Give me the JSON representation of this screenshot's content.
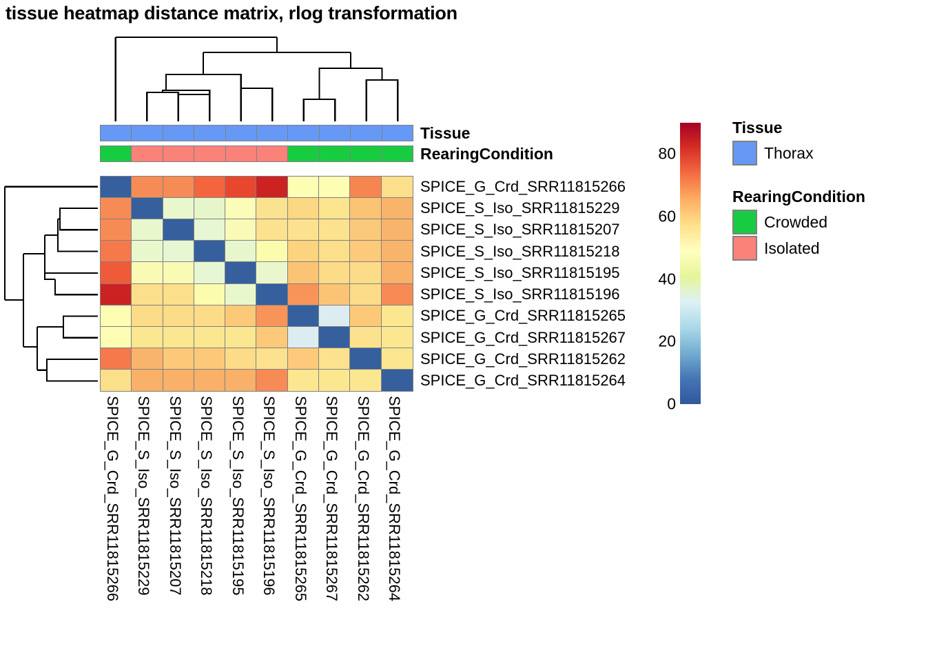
{
  "title": "tissue heatmap distance matrix, rlog transformation",
  "annotations": {
    "tissue": {
      "label": "Tissue",
      "values": [
        "Thorax",
        "Thorax",
        "Thorax",
        "Thorax",
        "Thorax",
        "Thorax",
        "Thorax",
        "Thorax",
        "Thorax",
        "Thorax"
      ]
    },
    "rearing": {
      "label": "RearingCondition",
      "values": [
        "Crowded",
        "Isolated",
        "Isolated",
        "Isolated",
        "Isolated",
        "Isolated",
        "Crowded",
        "Crowded",
        "Crowded",
        "Crowded"
      ]
    }
  },
  "legends": [
    {
      "title": "Tissue",
      "items": [
        {
          "label": "Thorax",
          "color": "#6699f5"
        }
      ]
    },
    {
      "title": "RearingCondition",
      "items": [
        {
          "label": "Crowded",
          "color": "#18cc42"
        },
        {
          "label": "Isolated",
          "color": "#fa8279"
        }
      ]
    }
  ],
  "colorbar": {
    "ticks": [
      "80",
      "60",
      "40",
      "20",
      "0"
    ],
    "tick_values": [
      80,
      60,
      40,
      20,
      0
    ],
    "vmin": 0,
    "vmax": 90,
    "stops": [
      "#a50026",
      "#d62f26",
      "#f46d43",
      "#fdae61",
      "#fee08b",
      "#ffffbf",
      "#e6f598",
      "#ddf1f5",
      "#abd9e9",
      "#74add1",
      "#4575b4",
      "#31589d"
    ]
  },
  "chart_data": {
    "type": "heatmap",
    "title": "tissue heatmap distance matrix, rlog transformation",
    "xlabel": "",
    "ylabel": "",
    "colormap": "RdYlBu",
    "zlim": [
      0,
      90
    ],
    "row_labels": [
      "SPICE_G_Crd_SRR11815266",
      "SPICE_S_Iso_SRR11815229",
      "SPICE_S_Iso_SRR11815207",
      "SPICE_S_Iso_SRR11815218",
      "SPICE_S_Iso_SRR11815195",
      "SPICE_S_Iso_SRR11815196",
      "SPICE_G_Crd_SRR11815265",
      "SPICE_G_Crd_SRR11815267",
      "SPICE_G_Crd_SRR11815262",
      "SPICE_G_Crd_SRR11815264"
    ],
    "col_labels": [
      "SPICE_G_Crd_SRR11815266",
      "SPICE_S_Iso_SRR11815229",
      "SPICE_S_Iso_SRR11815207",
      "SPICE_S_Iso_SRR11815218",
      "SPICE_S_Iso_SRR11815195",
      "SPICE_S_Iso_SRR11815196",
      "SPICE_G_Crd_SRR11815265",
      "SPICE_G_Crd_SRR11815267",
      "SPICE_G_Crd_SRR11815262",
      "SPICE_G_Crd_SRR11815264"
    ],
    "values": [
      [
        0,
        70,
        70,
        75,
        79,
        88,
        50,
        50,
        73,
        57
      ],
      [
        70,
        0,
        38,
        38,
        43,
        50,
        56,
        53,
        62,
        62
      ],
      [
        70,
        38,
        0,
        36,
        43,
        51,
        55,
        52,
        58,
        62
      ],
      [
        74,
        38,
        36,
        0,
        38,
        45,
        56,
        53,
        57,
        62
      ],
      [
        77,
        43,
        43,
        38,
        0,
        39,
        61,
        55,
        57,
        63
      ],
      [
        88,
        51,
        53,
        47,
        40,
        0,
        70,
        62,
        57,
        70
      ],
      [
        49,
        56,
        55,
        57,
        60,
        70,
        0,
        29,
        61,
        54
      ],
      [
        50,
        53,
        52,
        53,
        55,
        62,
        29,
        0,
        58,
        53
      ],
      [
        73,
        62,
        58,
        58,
        57,
        57,
        61,
        58,
        0,
        53
      ],
      [
        57,
        64,
        65,
        65,
        65,
        70,
        53,
        53,
        53,
        0
      ]
    ],
    "cell_colors": [
      [
        "#35609d",
        "#f78b55",
        "#f78b55",
        "#f4653d",
        "#e9462e",
        "#cc2222",
        "#fdfdb4",
        "#fdfdb4",
        "#f7854f",
        "#fcdf8a"
      ],
      [
        "#f78b55",
        "#35609d",
        "#e9f7cd",
        "#e6f5ca",
        "#fafcb8",
        "#fbe291",
        "#fcd884",
        "#fce58f",
        "#fbc474",
        "#f9b46c"
      ],
      [
        "#f78b55",
        "#e9f7cd",
        "#35609d",
        "#e7f6d3",
        "#f8fab6",
        "#fce18f",
        "#fce28f",
        "#fce28f",
        "#fbc97a",
        "#f9b46c"
      ],
      [
        "#f5794a",
        "#e9f7cd",
        "#e7f6d3",
        "#35609d",
        "#e8f6cd",
        "#fbfcae",
        "#fcd37f",
        "#fcdf8a",
        "#fcca7a",
        "#f9b46c"
      ],
      [
        "#ef5a38",
        "#f9fbb5",
        "#f9fbb5",
        "#e7f6d3",
        "#35609d",
        "#eaf7cd",
        "#fbc474",
        "#fcdc88",
        "#fcdc88",
        "#f9b068"
      ],
      [
        "#cc2222",
        "#fcdf8a",
        "#fcdf8a",
        "#fbfcae",
        "#e9f7cd",
        "#35609d",
        "#f89459",
        "#fbc474",
        "#fcdc88",
        "#f78b55"
      ],
      [
        "#fdfdb4",
        "#fcdc88",
        "#fcdc88",
        "#fcdc88",
        "#fbc978",
        "#f89459",
        "#35609d",
        "#dcecf0",
        "#fbc978",
        "#fce791"
      ],
      [
        "#fdfdb4",
        "#fce791",
        "#fce791",
        "#fce791",
        "#fce791",
        "#fbc978",
        "#dcecf0",
        "#35609d",
        "#fce28f",
        "#fce791"
      ],
      [
        "#f5794a",
        "#f9b46c",
        "#fbc978",
        "#fbc978",
        "#fcdc88",
        "#fce28f",
        "#fcca7a",
        "#fce28f",
        "#35609d",
        "#fce791"
      ],
      [
        "#fcdf8a",
        "#f9b068",
        "#f9b068",
        "#f9b068",
        "#f9b068",
        "#f78b55",
        "#fce791",
        "#fce791",
        "#fce791",
        "#35609d"
      ]
    ]
  }
}
